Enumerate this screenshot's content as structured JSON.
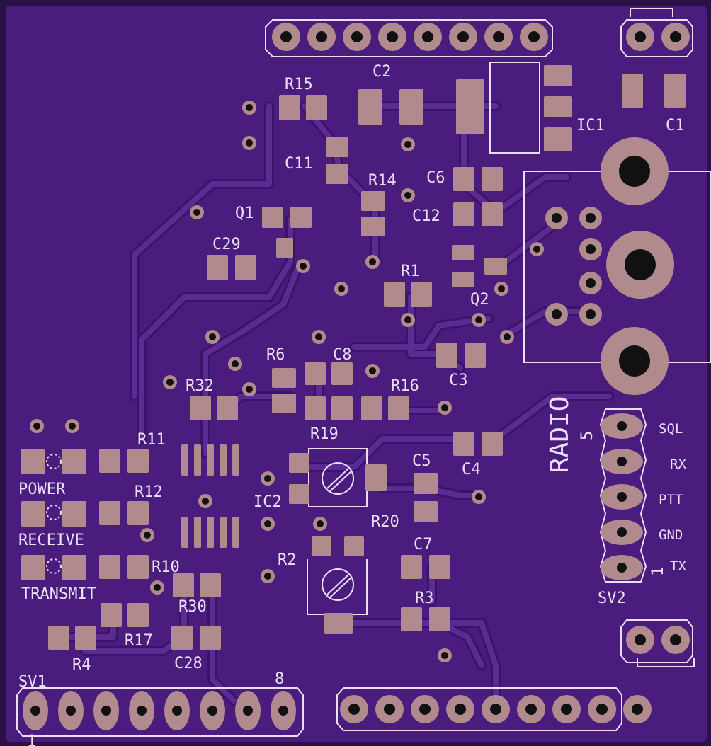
{
  "colors": {
    "board": "#4a1c7e",
    "board_edge": "#2a1246",
    "trace": "#5b2a93",
    "trace_outline": "#3a136a",
    "pad": "#b18a8e",
    "hole": "#111111",
    "silk": "#eadff5"
  },
  "labels": {
    "R15": "R15",
    "C2": "C2",
    "IC1": "IC1",
    "C1": "C1",
    "C11": "C11",
    "R14": "R14",
    "C6": "C6",
    "C12": "C12",
    "Q1": "Q1",
    "C29": "C29",
    "R1": "R1",
    "Q2": "Q2",
    "R6": "R6",
    "C8": "C8",
    "R16": "R16",
    "C3": "C3",
    "R32": "R32",
    "R19": "R19",
    "R11": "R11",
    "C5": "C5",
    "C4": "C4",
    "R12": "R12",
    "IC2": "IC2",
    "R20": "R20",
    "C7": "C7",
    "R2": "R2",
    "R10": "R10",
    "R30": "R30",
    "R3": "R3",
    "R17": "R17",
    "C28": "C28",
    "R4": "R4",
    "SV1": "SV1",
    "SV2": "SV2",
    "RADIO": "RADIO",
    "POWER": "POWER",
    "RECEIVE": "RECEIVE",
    "TRANSMIT": "TRANSMIT",
    "SQL": "SQL",
    "RX": "RX",
    "PTT": "PTT",
    "GND": "GND",
    "TX": "TX",
    "sv1_pin1": "1",
    "sv1_pin8": "8",
    "sv2_pin5": "5",
    "sv2_pin1": "1"
  }
}
